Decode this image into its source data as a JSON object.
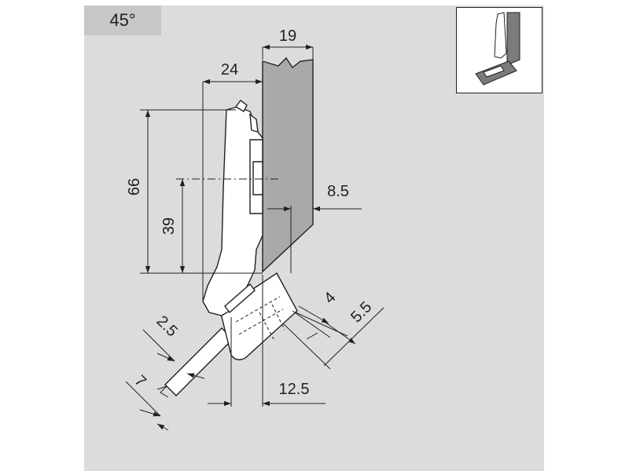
{
  "angle_label": "45°",
  "dimensions": {
    "top_width": "19",
    "arm_offset": "24",
    "height_total": "66",
    "height_center": "39",
    "overlay": "8.5",
    "cup_depth": "4",
    "cup_offset": "5.5",
    "plate_thickness": "2.5",
    "plate_offset": "7",
    "cup_distance": "12.5"
  },
  "colors": {
    "panel_background": "#dcdcde",
    "angle_tab": "#c7c7c9",
    "cabinet_wall": "#a9a9ab",
    "hinge_body": "#ffffff",
    "line": "#231f20",
    "thumb_dark": "#7b7b7d"
  }
}
